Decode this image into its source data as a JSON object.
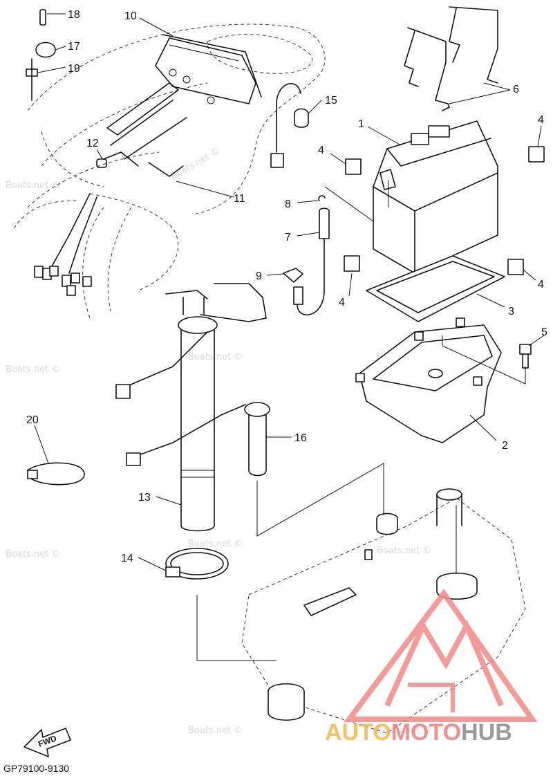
{
  "callouts": [
    {
      "id": "1",
      "label": "1"
    },
    {
      "id": "2",
      "label": "2"
    },
    {
      "id": "3",
      "label": "3"
    },
    {
      "id": "4a",
      "label": "4"
    },
    {
      "id": "4b",
      "label": "4"
    },
    {
      "id": "4c",
      "label": "4"
    },
    {
      "id": "4d",
      "label": "4"
    },
    {
      "id": "5",
      "label": "5"
    },
    {
      "id": "6",
      "label": "6"
    },
    {
      "id": "7",
      "label": "7"
    },
    {
      "id": "8",
      "label": "8"
    },
    {
      "id": "9",
      "label": "9"
    },
    {
      "id": "10",
      "label": "10"
    },
    {
      "id": "11",
      "label": "11"
    },
    {
      "id": "12",
      "label": "12"
    },
    {
      "id": "13",
      "label": "13"
    },
    {
      "id": "14",
      "label": "14"
    },
    {
      "id": "15",
      "label": "15"
    },
    {
      "id": "16",
      "label": "16"
    },
    {
      "id": "17",
      "label": "17"
    },
    {
      "id": "18",
      "label": "18"
    },
    {
      "id": "19",
      "label": "19"
    },
    {
      "id": "20",
      "label": "20"
    }
  ],
  "watermark_text": "Boats.net ©",
  "fwd_label": "FWD",
  "diagram_code": "GP79100-9130",
  "brand": {
    "part1": "AUTO",
    "part2": "MOTO",
    "part3": "HUB",
    "colors": {
      "auto": "#f2b84b",
      "moto": "#e9817e",
      "hub": "#8a8a8a",
      "triangle": "#f08a88"
    }
  }
}
